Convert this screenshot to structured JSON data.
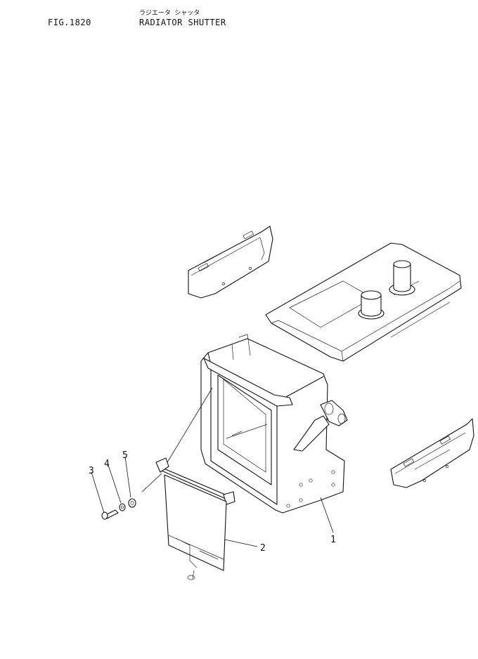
{
  "header": {
    "figure_number": "FIG.1820",
    "title_japanese": "ラジエータ シャッタ",
    "title_english": "RADIATOR SHUTTER"
  },
  "callouts": [
    "1",
    "2",
    "3",
    "4",
    "5"
  ]
}
